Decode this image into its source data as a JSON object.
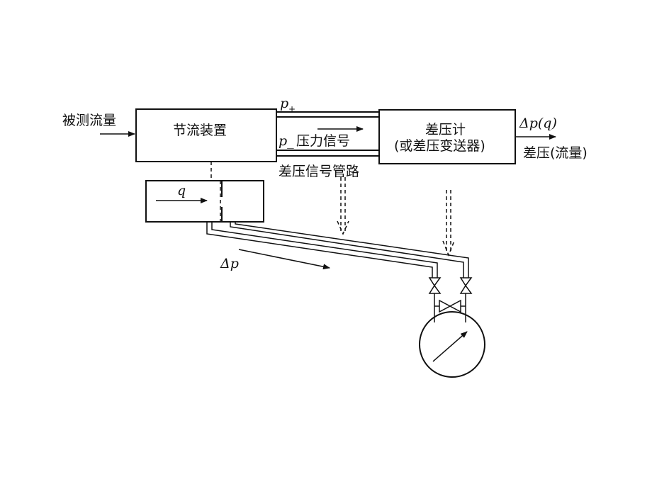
{
  "diagram": {
    "input_label": "被测流量",
    "throttle_device_label": "节流装置",
    "p_plus_label": "p",
    "p_plus_sub": "+",
    "p_minus_label": "p_",
    "pressure_signal_label": "压力信号",
    "meter_label_line1": "差压计",
    "meter_label_line2": "(或差压变送器)",
    "output_symbol": "Δp(q)",
    "output_label": "差压(流量)",
    "pipeline_label": "差压信号管路",
    "flow_symbol": "q",
    "delta_p_label": "Δp"
  }
}
